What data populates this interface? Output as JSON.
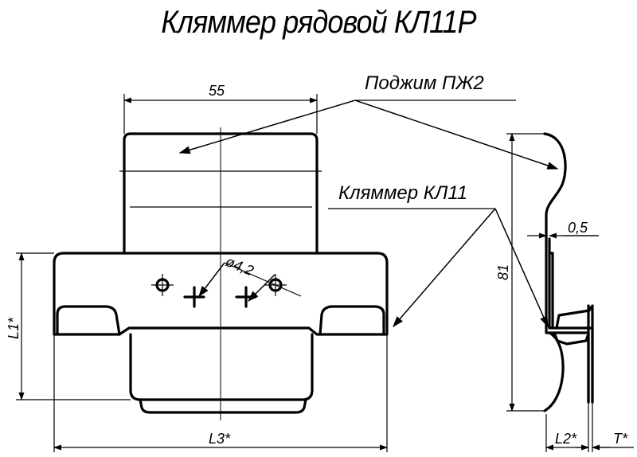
{
  "title": "Кляммер рядовой КЛ11Р",
  "labels": {
    "clamp_part": "Поджим ПЖ2",
    "klammer_part": "Кляммер КЛ11"
  },
  "dimensions": {
    "width_top": "55",
    "hole_diameter": "ø4,2",
    "height_side": "81",
    "thickness": "0,5",
    "l1": "L1*",
    "l2": "L2*",
    "l3": "L3*",
    "t": "T*"
  }
}
